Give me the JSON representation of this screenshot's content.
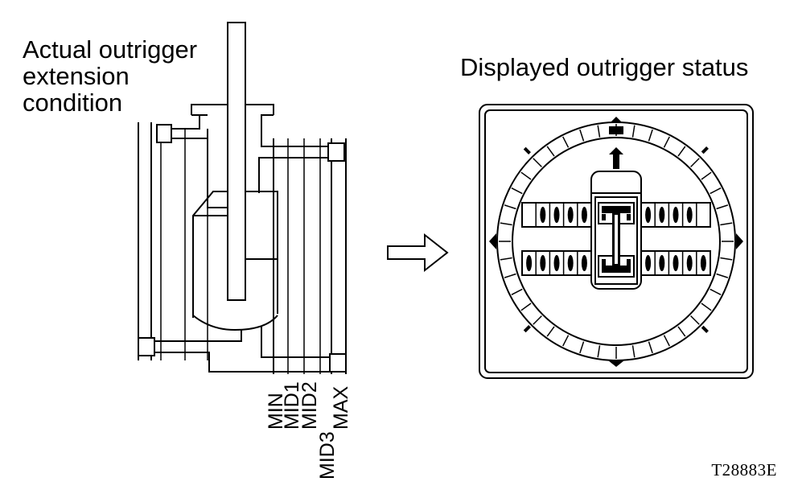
{
  "left_title": [
    "Actual outrigger",
    "extension",
    "condition"
  ],
  "right_title": "Displayed outrigger status",
  "positions": [
    "MIN",
    "MID1",
    "MID2",
    "MID3",
    "MAX"
  ],
  "figure_code": "T28883E"
}
